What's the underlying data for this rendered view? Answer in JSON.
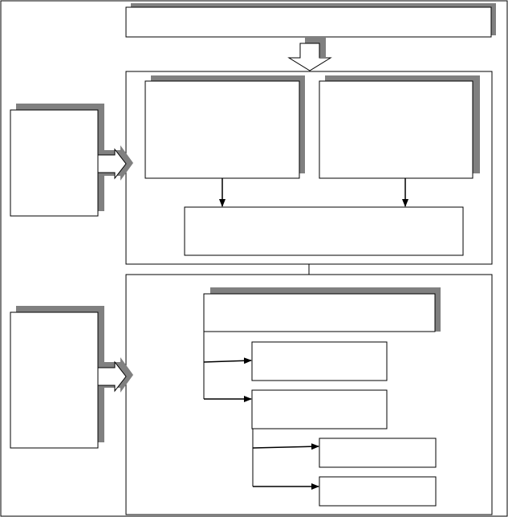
{
  "diagram": {
    "boxes": [
      {
        "id": "outer-frame",
        "label": "",
        "shadow": false
      },
      {
        "id": "top-bar",
        "label": "",
        "shadow": true
      },
      {
        "id": "upper-panel",
        "label": "",
        "shadow": false
      },
      {
        "id": "upper-left-box",
        "label": "",
        "shadow": true
      },
      {
        "id": "upper-right-box",
        "label": "",
        "shadow": true
      },
      {
        "id": "upper-merge-box",
        "label": "",
        "shadow": false
      },
      {
        "id": "lower-panel",
        "label": "",
        "shadow": false
      },
      {
        "id": "lower-header-box",
        "label": "",
        "shadow": true
      },
      {
        "id": "branch-box-1",
        "label": "",
        "shadow": false
      },
      {
        "id": "branch-box-2",
        "label": "",
        "shadow": false
      },
      {
        "id": "sub-branch-box-1",
        "label": "",
        "shadow": false
      },
      {
        "id": "sub-branch-box-2",
        "label": "",
        "shadow": false
      },
      {
        "id": "side-box-top",
        "label": "",
        "shadow": true
      },
      {
        "id": "side-box-bottom",
        "label": "",
        "shadow": true
      }
    ],
    "connectors": [
      {
        "id": "top-down-block-arrow",
        "kind": "block-arrow"
      },
      {
        "id": "side-top-block-arrow",
        "kind": "block-arrow"
      },
      {
        "id": "side-bottom-block-arrow",
        "kind": "block-arrow"
      },
      {
        "id": "left-to-merge-arrow",
        "kind": "arrow"
      },
      {
        "id": "right-to-merge-arrow",
        "kind": "arrow"
      },
      {
        "id": "panel-link-line",
        "kind": "line"
      },
      {
        "id": "branch-arrow-1",
        "kind": "arrow"
      },
      {
        "id": "branch-arrow-2",
        "kind": "arrow"
      },
      {
        "id": "sub-branch-arrow-1",
        "kind": "arrow"
      },
      {
        "id": "sub-branch-arrow-2",
        "kind": "arrow"
      }
    ],
    "colors": {
      "stroke": "#000000",
      "shadow": "#808080",
      "fill": "#ffffff"
    }
  }
}
